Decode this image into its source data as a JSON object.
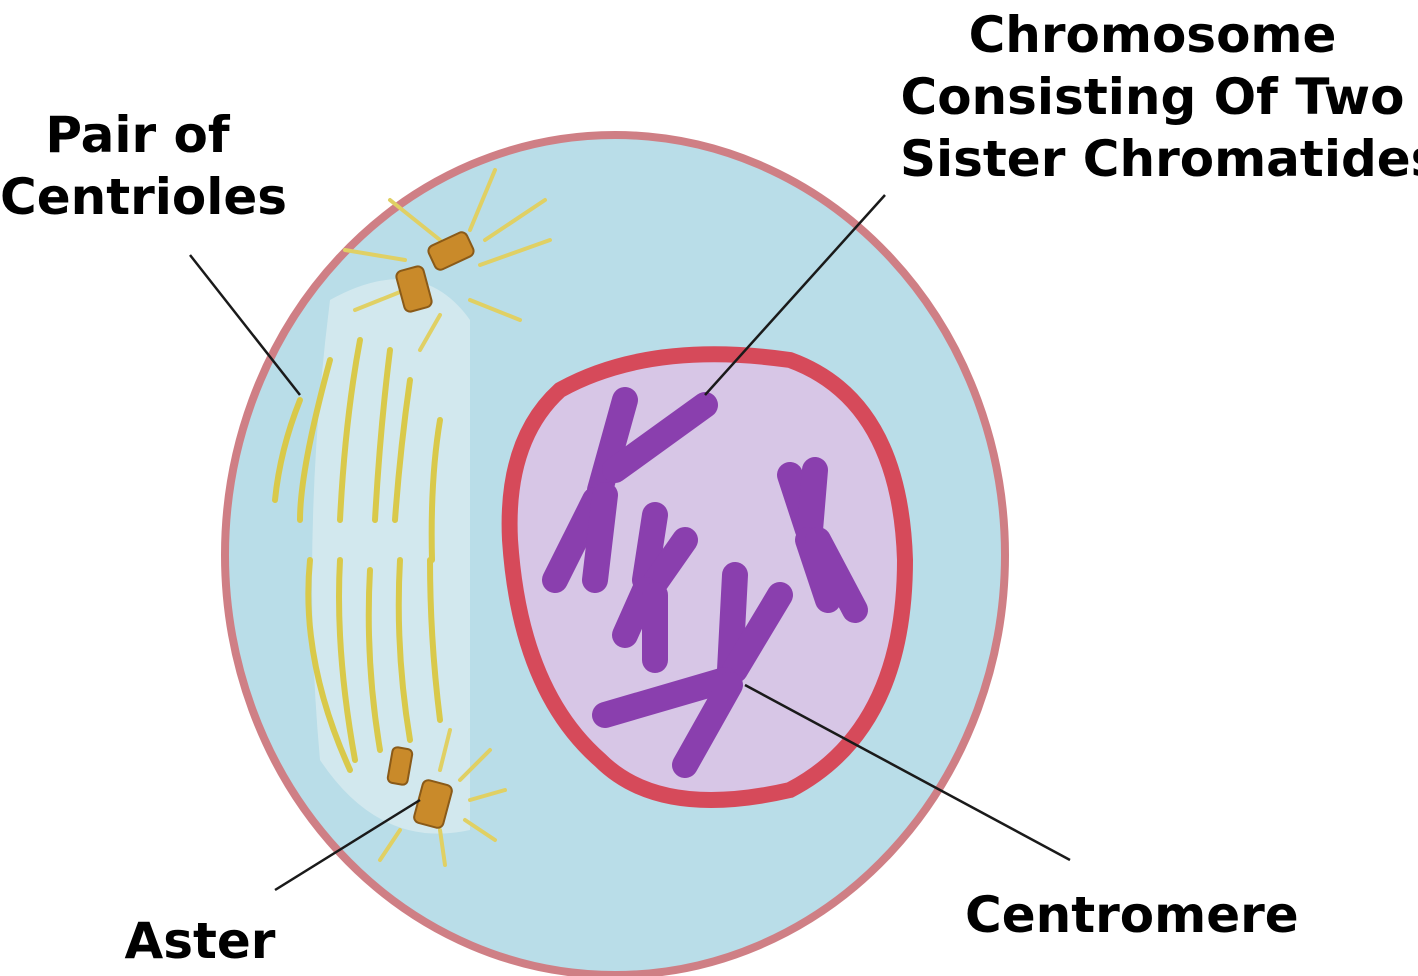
{
  "labels": {
    "centrioles": [
      "Pair of",
      "Centrioles"
    ],
    "chromosome": [
      "Chromosome",
      "Consisting Of Two",
      "Sister Chromatides"
    ],
    "centromere": "Centromere",
    "aster": "Aster"
  },
  "colors": {
    "cytoplasm": "#b9dde8",
    "cell_membrane": "#cf7f85",
    "nucleus": "#d7c6e6",
    "nuclear_envelope": "#d64a5a",
    "chromosome": "#8a3fae",
    "spindle": "#d9c94a",
    "centriole": "#c98a2a",
    "leader_line": "#1a1a1a"
  }
}
